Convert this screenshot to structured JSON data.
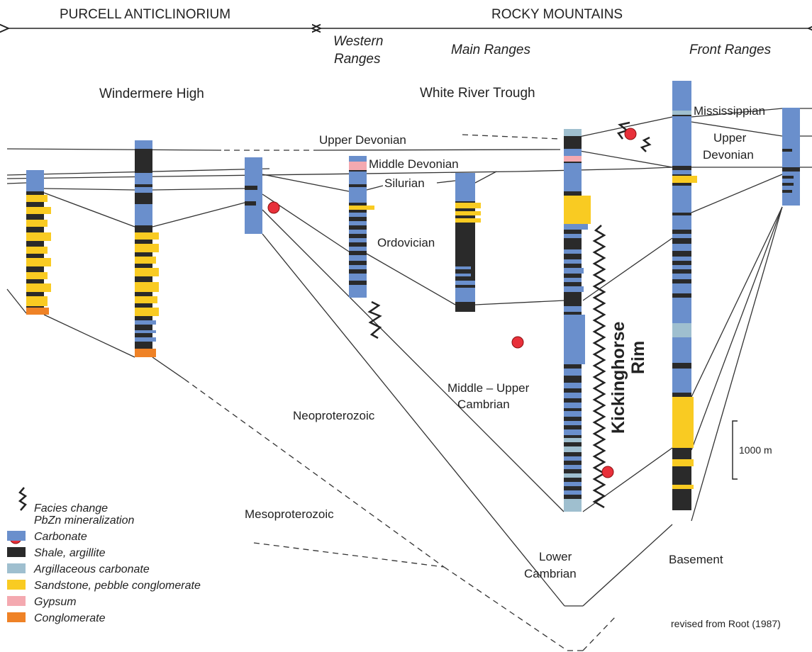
{
  "header": {
    "left": "PURCELL ANTICLINORIUM",
    "right": "ROCKY MOUNTAINS"
  },
  "regions": {
    "western_line1": "Western",
    "western_line2": "Ranges",
    "main": "Main Ranges",
    "front": "Front Ranges"
  },
  "basins": {
    "high": "Windermere High",
    "trough": "White River Trough"
  },
  "strata": {
    "mississippian": "Mississippian",
    "upper_devonian": "Upper Devonian",
    "upper_devonian_l1": "Upper",
    "upper_devonian_l2": "Devonian",
    "middle_devonian": "Middle Devonian",
    "silurian": "Silurian",
    "ordovician": "Ordovician",
    "mid_upper_cambrian_l1": "Middle – Upper",
    "mid_upper_cambrian_l2": "Cambrian",
    "neoproterozoic": "Neoproterozoic",
    "mesoproterozoic": "Mesoproterozoic",
    "lower_cambrian_l1": "Lower",
    "lower_cambrian_l2": "Cambrian",
    "basement": "Basement",
    "rim_l1": "Kickinghorse",
    "rim_l2": "Rim"
  },
  "scale_bar": {
    "label": "1000 m"
  },
  "legend": {
    "facies_change": "Facies change",
    "pbzn": "PbZn mineralization",
    "items": [
      {
        "label": "Carbonate",
        "color": "#6a8fcc"
      },
      {
        "label": "Shale, argillite",
        "color": "#2a2a2a"
      },
      {
        "label": "Argillaceous carbonate",
        "color": "#9fbfcf"
      },
      {
        "label": "Sandstone, pebble conglomerate",
        "color": "#f9cb22"
      },
      {
        "label": "Gypsum",
        "color": "#f4a9b0"
      },
      {
        "label": "Conglomerate",
        "color": "#ef8226"
      }
    ],
    "pbzn_color": "#e8303a"
  },
  "credit": "revised from Root (1987)"
}
